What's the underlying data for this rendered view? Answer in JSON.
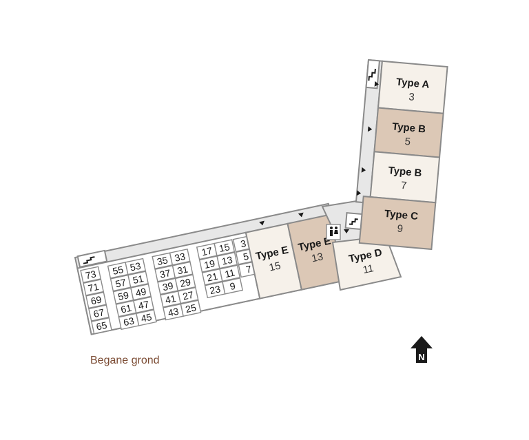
{
  "floor_label": "Begane grond",
  "north_label": "N",
  "colors": {
    "unit_light": "#f6f1ea",
    "unit_dark": "#dcc8b6",
    "corridor": "#e7e7e7",
    "wall": "#8a8a8a",
    "floor_label": "#7a4a32"
  },
  "units": [
    {
      "type": "Type A",
      "number": "3"
    },
    {
      "type": "Type B",
      "number": "5"
    },
    {
      "type": "Type B",
      "number": "7"
    },
    {
      "type": "Type C",
      "number": "9"
    },
    {
      "type": "Type D",
      "number": "11"
    },
    {
      "type": "Type E",
      "number": "13"
    },
    {
      "type": "Type E",
      "number": "15"
    }
  ],
  "storage_columns": [
    [
      "73",
      "71",
      "69",
      "67",
      "65"
    ],
    [
      "55",
      "57",
      "59",
      "61",
      "63"
    ],
    [
      "53",
      "51",
      "49",
      "47",
      "45"
    ],
    [
      "35",
      "37",
      "39",
      "41",
      "43"
    ],
    [
      "33",
      "31",
      "29",
      "27",
      "25"
    ],
    [
      "17",
      "19",
      "21",
      "23"
    ],
    [
      "15",
      "13",
      "11",
      "9"
    ],
    [
      "3",
      "5",
      "7"
    ]
  ],
  "icons": [
    "stairs-icon",
    "stairs-icon",
    "stairs-icon",
    "restroom-icon",
    "entrance-arrow-icon",
    "north-arrow-icon"
  ]
}
